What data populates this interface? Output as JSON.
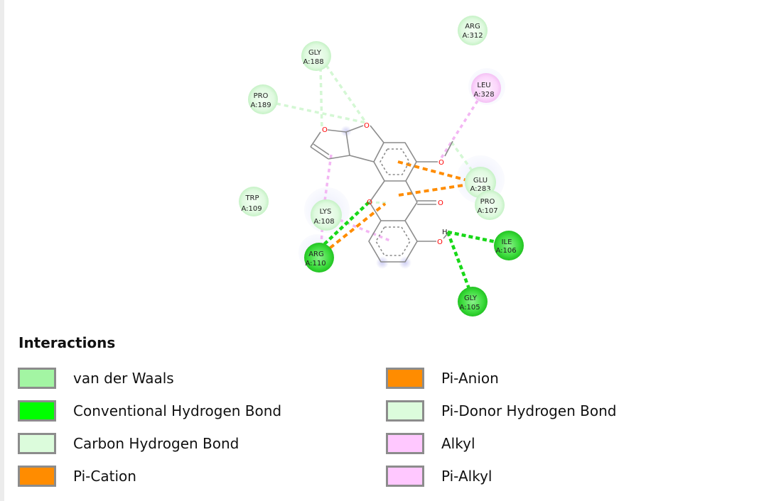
{
  "residues": [
    {
      "id": "arg312",
      "name": "ARG",
      "chain_pos": "A:312",
      "kind": "vdw"
    },
    {
      "id": "gly188",
      "name": "GLY",
      "chain_pos": "A:188",
      "kind": "vdw"
    },
    {
      "id": "leu328",
      "name": "LEU",
      "chain_pos": "A:328",
      "kind": "alkyl"
    },
    {
      "id": "pro189",
      "name": "PRO",
      "chain_pos": "A:189",
      "kind": "vdw"
    },
    {
      "id": "glu283",
      "name": "GLU",
      "chain_pos": "A:283",
      "kind": "vdw"
    },
    {
      "id": "trp109",
      "name": "TRP",
      "chain_pos": "A:109",
      "kind": "vdw"
    },
    {
      "id": "lys108",
      "name": "LYS",
      "chain_pos": "A:108",
      "kind": "vdw"
    },
    {
      "id": "pro107",
      "name": "PRO",
      "chain_pos": "A:107",
      "kind": "vdw"
    },
    {
      "id": "ile106",
      "name": "ILE",
      "chain_pos": "A:106",
      "kind": "hbond"
    },
    {
      "id": "arg110",
      "name": "ARG",
      "chain_pos": "A:110",
      "kind": "hbond"
    },
    {
      "id": "gly105",
      "name": "GLY",
      "chain_pos": "A:105",
      "kind": "hbond"
    }
  ],
  "atoms": {
    "oxygen": "O",
    "hydrogen": "H"
  },
  "colors": {
    "vdw": "#a3f5a3",
    "hbond": "#27d527",
    "carbon_h": "#dafcda",
    "pi_cation": "#ff8c00",
    "pi_anion": "#ff8c00",
    "pi_donor": "#dafcda",
    "alkyl": "#ffc8ff",
    "pi_alkyl": "#ffc8ff",
    "oxygen": "#ff0000"
  },
  "legend": {
    "title": "Interactions",
    "items": [
      {
        "label": "van der Waals",
        "color": "#a3f5a3"
      },
      {
        "label": "Conventional Hydrogen Bond",
        "color": "#00ff00"
      },
      {
        "label": "Carbon Hydrogen Bond",
        "color": "#dcfcdc"
      },
      {
        "label": "Pi-Cation",
        "color": "#ff8c00"
      },
      {
        "label": "Pi-Anion",
        "color": "#ff8c00"
      },
      {
        "label": "Pi-Donor Hydrogen Bond",
        "color": "#dcfcdc"
      },
      {
        "label": "Alkyl",
        "color": "#ffc8ff"
      },
      {
        "label": "Pi-Alkyl",
        "color": "#ffc8ff"
      }
    ]
  }
}
